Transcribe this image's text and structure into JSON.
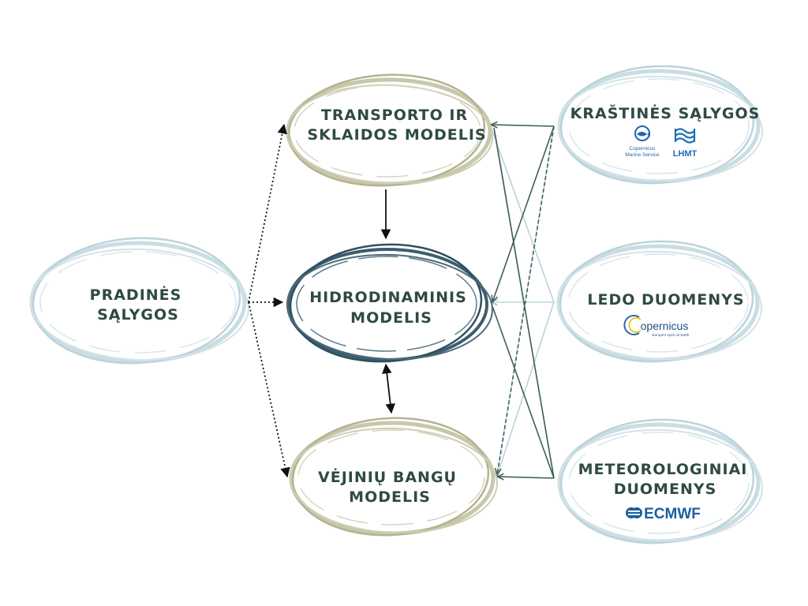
{
  "nodes": {
    "transport": {
      "line1": "TRANSPORTO IR",
      "line2": "SKLAIDOS MODELIS"
    },
    "hydro": {
      "line1": "HIDRODINAMINIS",
      "line2": "MODELIS"
    },
    "wave": {
      "line1": "VĖJINIŲ BANGŲ",
      "line2": "MODELIS"
    },
    "initial": {
      "line1": "PRADINĖS",
      "line2": "SĄLYGOS"
    },
    "boundary": {
      "line1": "KRAŠTINĖS SĄLYGOS"
    },
    "ice": {
      "line1": "LEDO DUOMENYS"
    },
    "meteo": {
      "line1": "METEOROLOGINIAI",
      "line2": "DUOMENYS"
    }
  },
  "logos": {
    "copernicus_marine": {
      "line1": "Copernicus",
      "line2": "Marine Service",
      "icon": "fish-circle-icon"
    },
    "lhmt": {
      "text": "LHMT",
      "icon": "wave-stack-icon"
    },
    "copernicus": {
      "text": "opernicus",
      "sub": "Europe's eyes on Earth"
    },
    "ecmwf": {
      "text": "ECMWF"
    }
  },
  "colors": {
    "olive": "#b9b896",
    "dark_teal": "#37576a",
    "light_blue": "#c6dbe2",
    "text": "#2f4a44",
    "arrow_dark": "#3f5f58"
  }
}
